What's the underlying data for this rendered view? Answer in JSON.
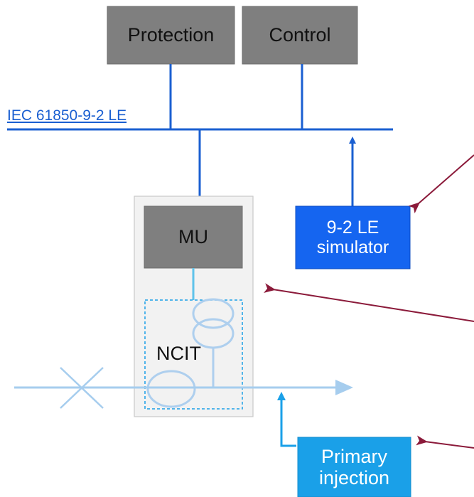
{
  "bus": {
    "label": "IEC 61850-9-2 LE"
  },
  "boxes": {
    "protection": "Protection",
    "control": "Control",
    "mu": "MU",
    "ncit": "NCIT"
  },
  "simulator": {
    "line1": "9-2 LE",
    "line2": "simulator"
  },
  "primary_injection": {
    "line1": "Primary",
    "line2": "injection"
  },
  "colors": {
    "gray_box": "#7f7f7f",
    "bus_blue": "#1a5fd1",
    "light_blue": "#9fccf0",
    "simulator_fill": "#1565f0",
    "injection_fill": "#1aa0e8",
    "arrow_red": "#8b1a3a"
  }
}
